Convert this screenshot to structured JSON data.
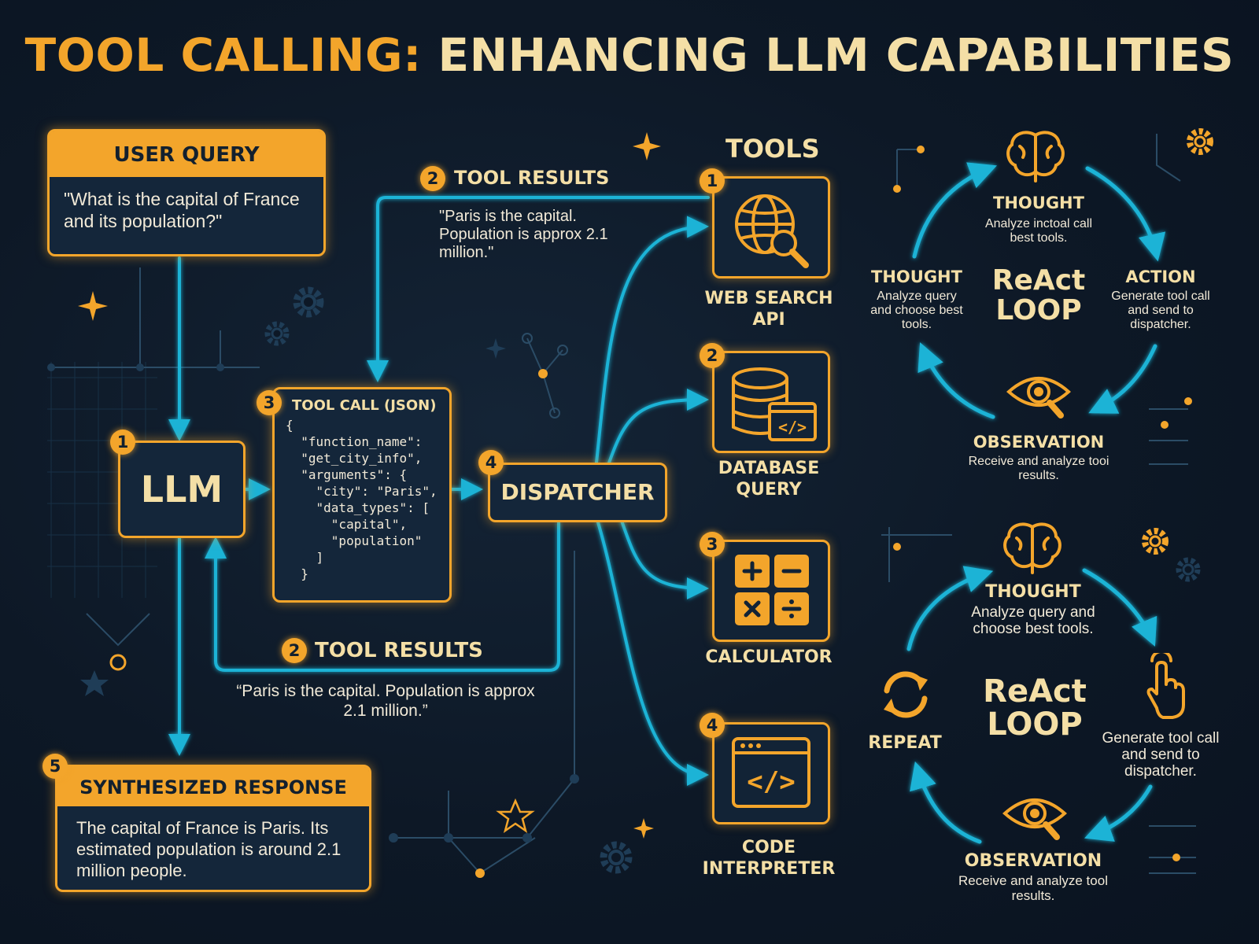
{
  "title": {
    "part1": "TOOL CALLING:",
    "part2": "ENHANCING LLM CAPABILITIES"
  },
  "user_query": {
    "header": "USER QUERY",
    "text": "\"What is the capital of France and its population?\""
  },
  "llm": {
    "badge": "1",
    "label": "LLM"
  },
  "tool_call": {
    "badge": "3",
    "header": "TOOL CALL (JSON)",
    "code": "{\n  \"function_name\":\n  \"get_city_info\",\n  \"arguments\": {\n    \"city\": \"Paris\",\n    \"data_types\": [\n      \"capital\",\n      \"population\"\n    ]\n  }"
  },
  "dispatcher": {
    "badge": "4",
    "label": "DISPATCHER"
  },
  "top_results": {
    "badge": "2",
    "label": "TOOL RESULTS",
    "text": "\"Paris is the capital. Population is approx 2.1 million.\""
  },
  "bottom_results": {
    "badge": "2",
    "label": "TOOL RESULTS",
    "text": "“Paris is the capital. Population is approx 2.1 million.”"
  },
  "synth": {
    "badge": "5",
    "header": "SYNTHESIZED RESPONSE",
    "text": "The capital of France is Paris. Its estimated population is around 2.1 million people."
  },
  "tools": {
    "heading": "TOOLS",
    "items": [
      {
        "badge": "1",
        "label": "WEB SEARCH API",
        "icon": "globe-search-icon"
      },
      {
        "badge": "2",
        "label": "DATABASE QUERY",
        "icon": "database-code-icon"
      },
      {
        "badge": "3",
        "label": "CALCULATOR",
        "icon": "calculator-icon"
      },
      {
        "badge": "4",
        "label": "CODE INTERPRETER",
        "icon": "code-window-icon"
      }
    ]
  },
  "loop1": {
    "title": "ReAct LOOP",
    "top_head": "THOUGHT",
    "top_text": "Analyze inctoal call best tools.",
    "left_head": "THOUGHT",
    "left_text": "Analyze query and choose best tools.",
    "right_head": "ACTION",
    "right_text": "Generate tool call and send to dispatcher.",
    "bottom_head": "OBSERVATION",
    "bottom_text": "Receive and analyze tooi results."
  },
  "loop2": {
    "title": "ReAct LOOP",
    "top_head": "THOUGHT",
    "top_text": "Analyze query and choose best tools.",
    "left_head": "REPEAT",
    "right_text": "Generate tool call and send to dispatcher.",
    "bottom_head": "OBSERVATION",
    "bottom_text": "Receive and analyze tool results."
  },
  "colors": {
    "accent": "#f3a52b",
    "cyan": "#1fb3d6",
    "background": "#0d1826",
    "cream": "#f4dfa6"
  }
}
